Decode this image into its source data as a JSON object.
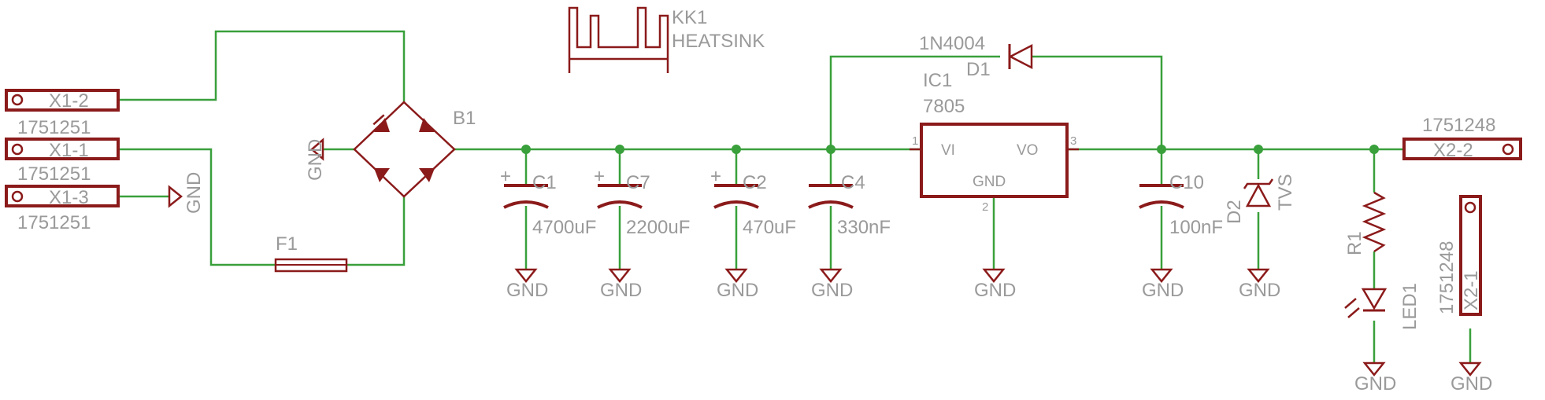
{
  "connectors": {
    "x1_2": {
      "name": "X1-2",
      "value": "1751251"
    },
    "x1_1": {
      "name": "X1-1",
      "value": "1751251"
    },
    "x1_3": {
      "name": "X1-3",
      "value": "1751251"
    },
    "x2_2": {
      "name": "X2-2",
      "value": "1751248"
    },
    "x2_1": {
      "name": "X2-1",
      "value": "1751248"
    }
  },
  "heatsink": {
    "name": "KK1",
    "value": "HEATSINK"
  },
  "bridge": {
    "name": "B1"
  },
  "fuse": {
    "name": "F1"
  },
  "diode": {
    "name": "D1",
    "value": "1N4004"
  },
  "regulator": {
    "name": "IC1",
    "value": "7805",
    "pin_in": "VI",
    "pin_out": "VO",
    "pin_gnd": "GND",
    "pin1": "1",
    "pin2": "2",
    "pin3": "3"
  },
  "capacitors": [
    {
      "name": "C1",
      "value": "4700uF"
    },
    {
      "name": "C7",
      "value": "2200uF"
    },
    {
      "name": "C2",
      "value": "470uF"
    },
    {
      "name": "C4",
      "value": "330nF"
    },
    {
      "name": "C10",
      "value": "100nF"
    }
  ],
  "tvs": {
    "name": "D2",
    "value": "TVS"
  },
  "resistor": {
    "name": "R1"
  },
  "led": {
    "name": "LED1"
  },
  "ground_label": "GND",
  "polarity_mark": "+"
}
